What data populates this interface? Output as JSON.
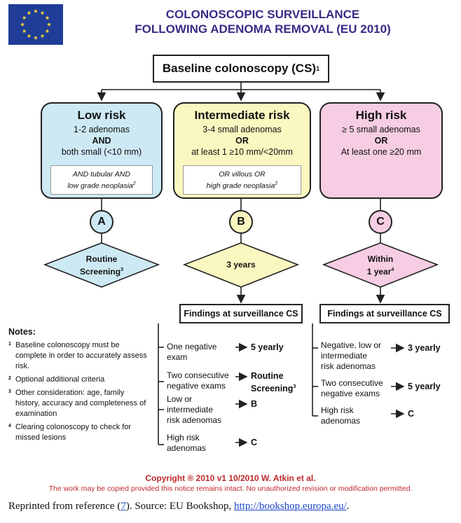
{
  "header": {
    "title_line1": "COLONOSCOPIC SURVEILLANCE",
    "title_line2": "FOLLOWING ADENOMA REMOVAL (EU 2010)"
  },
  "colors": {
    "low": "#cde9f4",
    "intermediate": "#fbf7c0",
    "high": "#f6cde2",
    "title": "#3b2a86",
    "copyright": "#c0282b",
    "flag": "#1f3d97",
    "stars": "#f4d03f"
  },
  "baseline": {
    "label": "Baseline colonoscopy (CS)",
    "sup": "1"
  },
  "risks": {
    "low": {
      "title": "Low risk",
      "line1": "1-2 adenomas",
      "op": "AND",
      "line2": "both small (<10 mm)",
      "note1": "AND tubular AND",
      "note2": "low grade neoplasia",
      "note_sup": "2",
      "letter": "A",
      "action1": "Routine",
      "action2": "Screening",
      "action_sup": "3"
    },
    "intermediate": {
      "title": "Intermediate risk",
      "line1": "3-4 small adenomas",
      "op": "OR",
      "line2": "at least 1 ≥10 mm/<20mm",
      "note1": "OR villous OR",
      "note2": "high grade neoplasia",
      "note_sup": "2",
      "letter": "B",
      "action1": "3 years"
    },
    "high": {
      "title": "High risk",
      "line1": "≥ 5 small adenomas",
      "op": "OR",
      "line2": "At least one ≥20 mm",
      "letter": "C",
      "action1": "Within",
      "action2": "1 year",
      "action_sup": "4"
    }
  },
  "findings_label": "Findings at surveillance CS",
  "intermediate_findings": [
    {
      "text1": "One negative",
      "text2": "exam",
      "result": "5 yearly"
    },
    {
      "text1": "Two consecutive",
      "text2": "negative exams",
      "result1": "Routine",
      "result2": "Screening",
      "result_sup": "3"
    },
    {
      "text1": "Low or",
      "text2": "intermediate",
      "text3": "risk adenomas",
      "result": "B"
    },
    {
      "text1": "High risk",
      "text2": "adenomas",
      "result": "C"
    }
  ],
  "high_findings": [
    {
      "text1": "Negative, low or",
      "text2": "intermediate",
      "text3": "risk adenomas",
      "result": "3 yearly"
    },
    {
      "text1": "Two consecutive",
      "text2": "negative exams",
      "result": "5 yearly"
    },
    {
      "text1": "High risk",
      "text2": "adenomas",
      "result": "C"
    }
  ],
  "notes": {
    "heading": "Notes:",
    "items": [
      {
        "num": "1",
        "text": "Baseline colonoscopy must be complete in order to accurately assess risk."
      },
      {
        "num": "2",
        "text": "Optional additional criteria"
      },
      {
        "num": "3",
        "text": "Other consideration: age, family history, accuracy and completeness of examination"
      },
      {
        "num": "4",
        "text": "Clearing colonoscopy to check for missed lesions"
      }
    ]
  },
  "copyright": {
    "line1": "Copyright ® 2010 v1 10/2010 W. Atkin et al.",
    "line2": "The work may be copied provided this notice remains intact. No unauthorized revision or modification permitted."
  },
  "caption": {
    "prefix": "Reprinted from reference (",
    "ref": "7",
    "middle": "). Source: EU Bookshop, ",
    "link": "http://bookshop.europa.eu/",
    "suffix": "."
  }
}
